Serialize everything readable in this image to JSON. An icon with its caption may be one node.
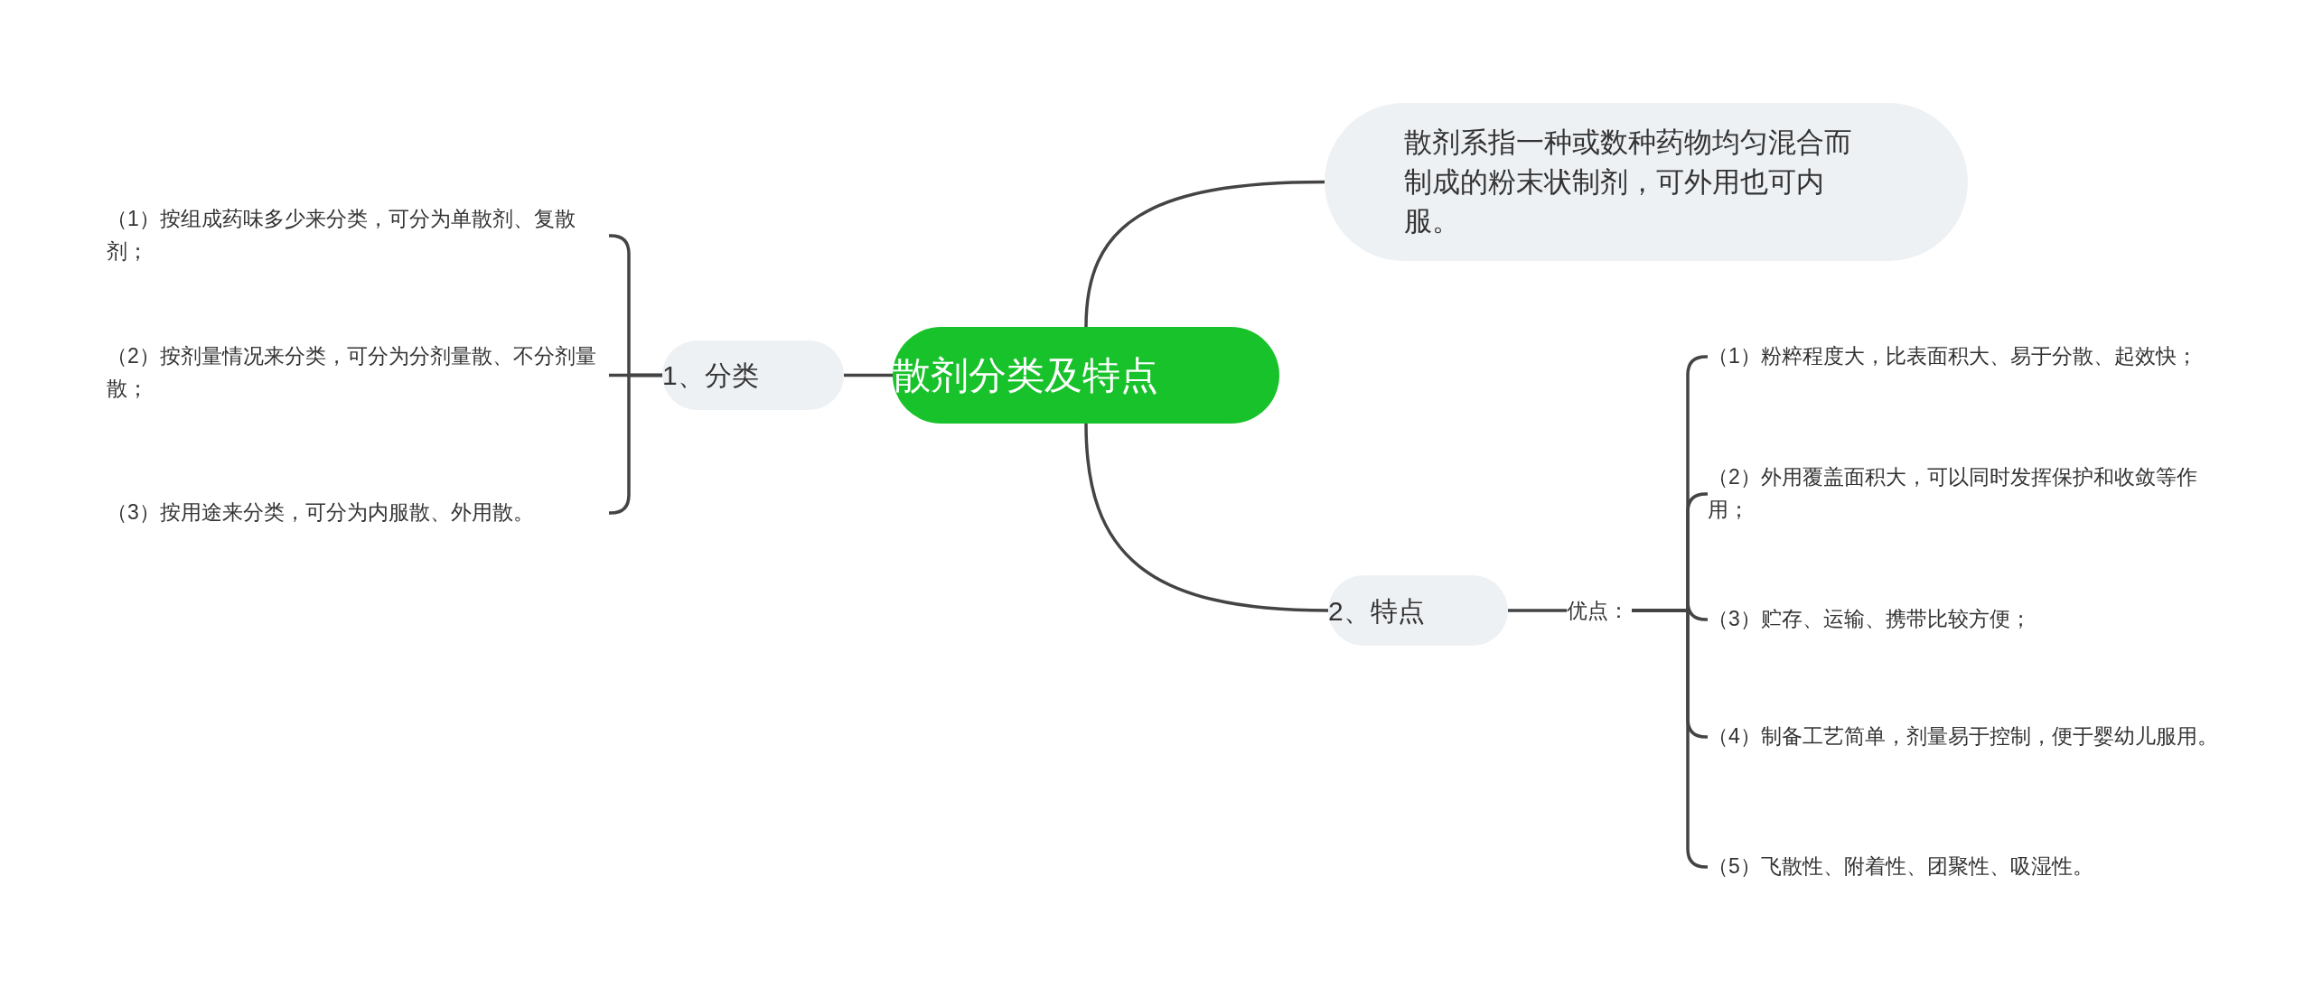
{
  "diagram": {
    "nodes": [
      {
        "text": [
          "散剂分类及特点"
        ]
      },
      {
        "text": [
          "散剂系指一种或数种药物均匀混合而制成的粉末状制剂，可外用也可内服。"
        ]
      },
      {
        "text": [
          "1、分类"
        ]
      },
      {
        "text": [
          "（1）按组成药味多少来分类，可分为单散剂、复散剂；"
        ]
      },
      {
        "text": [
          "（2）按剂量情况来分类，可分为分剂量散、不分剂量散；"
        ]
      },
      {
        "text": [
          "（3）按用途来分类，可分为内服散、外用散。"
        ]
      },
      {
        "text": [
          "2、特点"
        ]
      },
      {
        "text": [
          "优点："
        ]
      },
      {
        "text": [
          "（1）粉粹程度大，比表面积大、易于分散、起效快；"
        ]
      },
      {
        "text": [
          "（2）外用覆盖面积大，可以同时发挥保护和收敛等作用；"
        ]
      },
      {
        "text": [
          "（3）贮存、运输、携带比较方便；"
        ]
      },
      {
        "text": [
          "（4）制备工艺简单，剂量易于控制，便于婴幼儿服用。"
        ]
      },
      {
        "text": [
          "（5）飞散性、附着性、团聚性、吸湿性。"
        ]
      }
    ],
    "edges": [
      {
        "from": 0,
        "to": 1,
        "arrow": "none"
      },
      {
        "from": 0,
        "to": 2,
        "arrow": "none"
      },
      {
        "from": 2,
        "to": 3,
        "arrow": "none"
      },
      {
        "from": 2,
        "to": 4,
        "arrow": "none"
      },
      {
        "from": 2,
        "to": 5,
        "arrow": "none"
      },
      {
        "from": 0,
        "to": 6,
        "arrow": "none"
      },
      {
        "from": 6,
        "to": 7,
        "arrow": "none"
      },
      {
        "from": 7,
        "to": 8,
        "arrow": "none"
      },
      {
        "from": 7,
        "to": 9,
        "arrow": "none"
      },
      {
        "from": 7,
        "to": 10,
        "arrow": "none"
      },
      {
        "from": 7,
        "to": 11,
        "arrow": "none"
      },
      {
        "from": 7,
        "to": 12,
        "arrow": "none"
      }
    ]
  }
}
